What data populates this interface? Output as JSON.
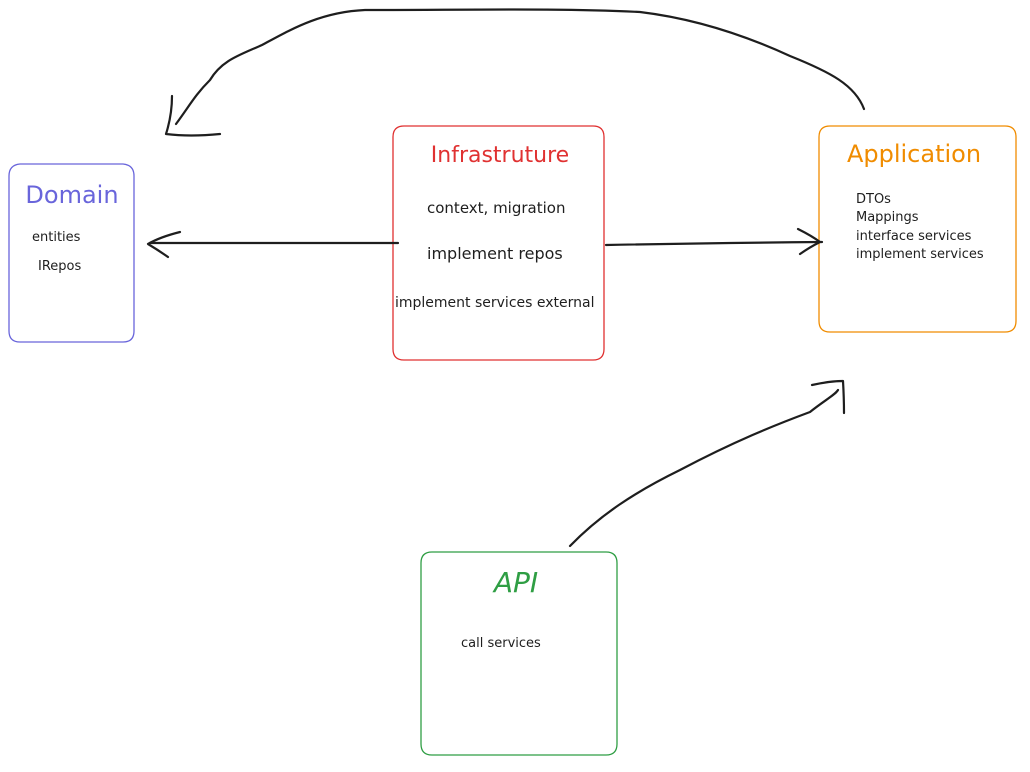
{
  "colors": {
    "domain": "#6965db",
    "infrastructure": "#e03131",
    "application": "#f08c00",
    "api": "#2f9e44",
    "stroke": "#1e1e1e"
  },
  "domain": {
    "title": "Domain",
    "items": [
      "entities",
      "IRepos"
    ]
  },
  "infrastructure": {
    "title": "Infrastruture",
    "items": [
      "context, migration",
      "implement repos",
      "implement services external"
    ]
  },
  "application": {
    "title": "Application",
    "items": [
      "DTOs",
      "Mappings",
      "interface services",
      "implement services"
    ]
  },
  "api": {
    "title": "API",
    "items": [
      "call services"
    ]
  }
}
